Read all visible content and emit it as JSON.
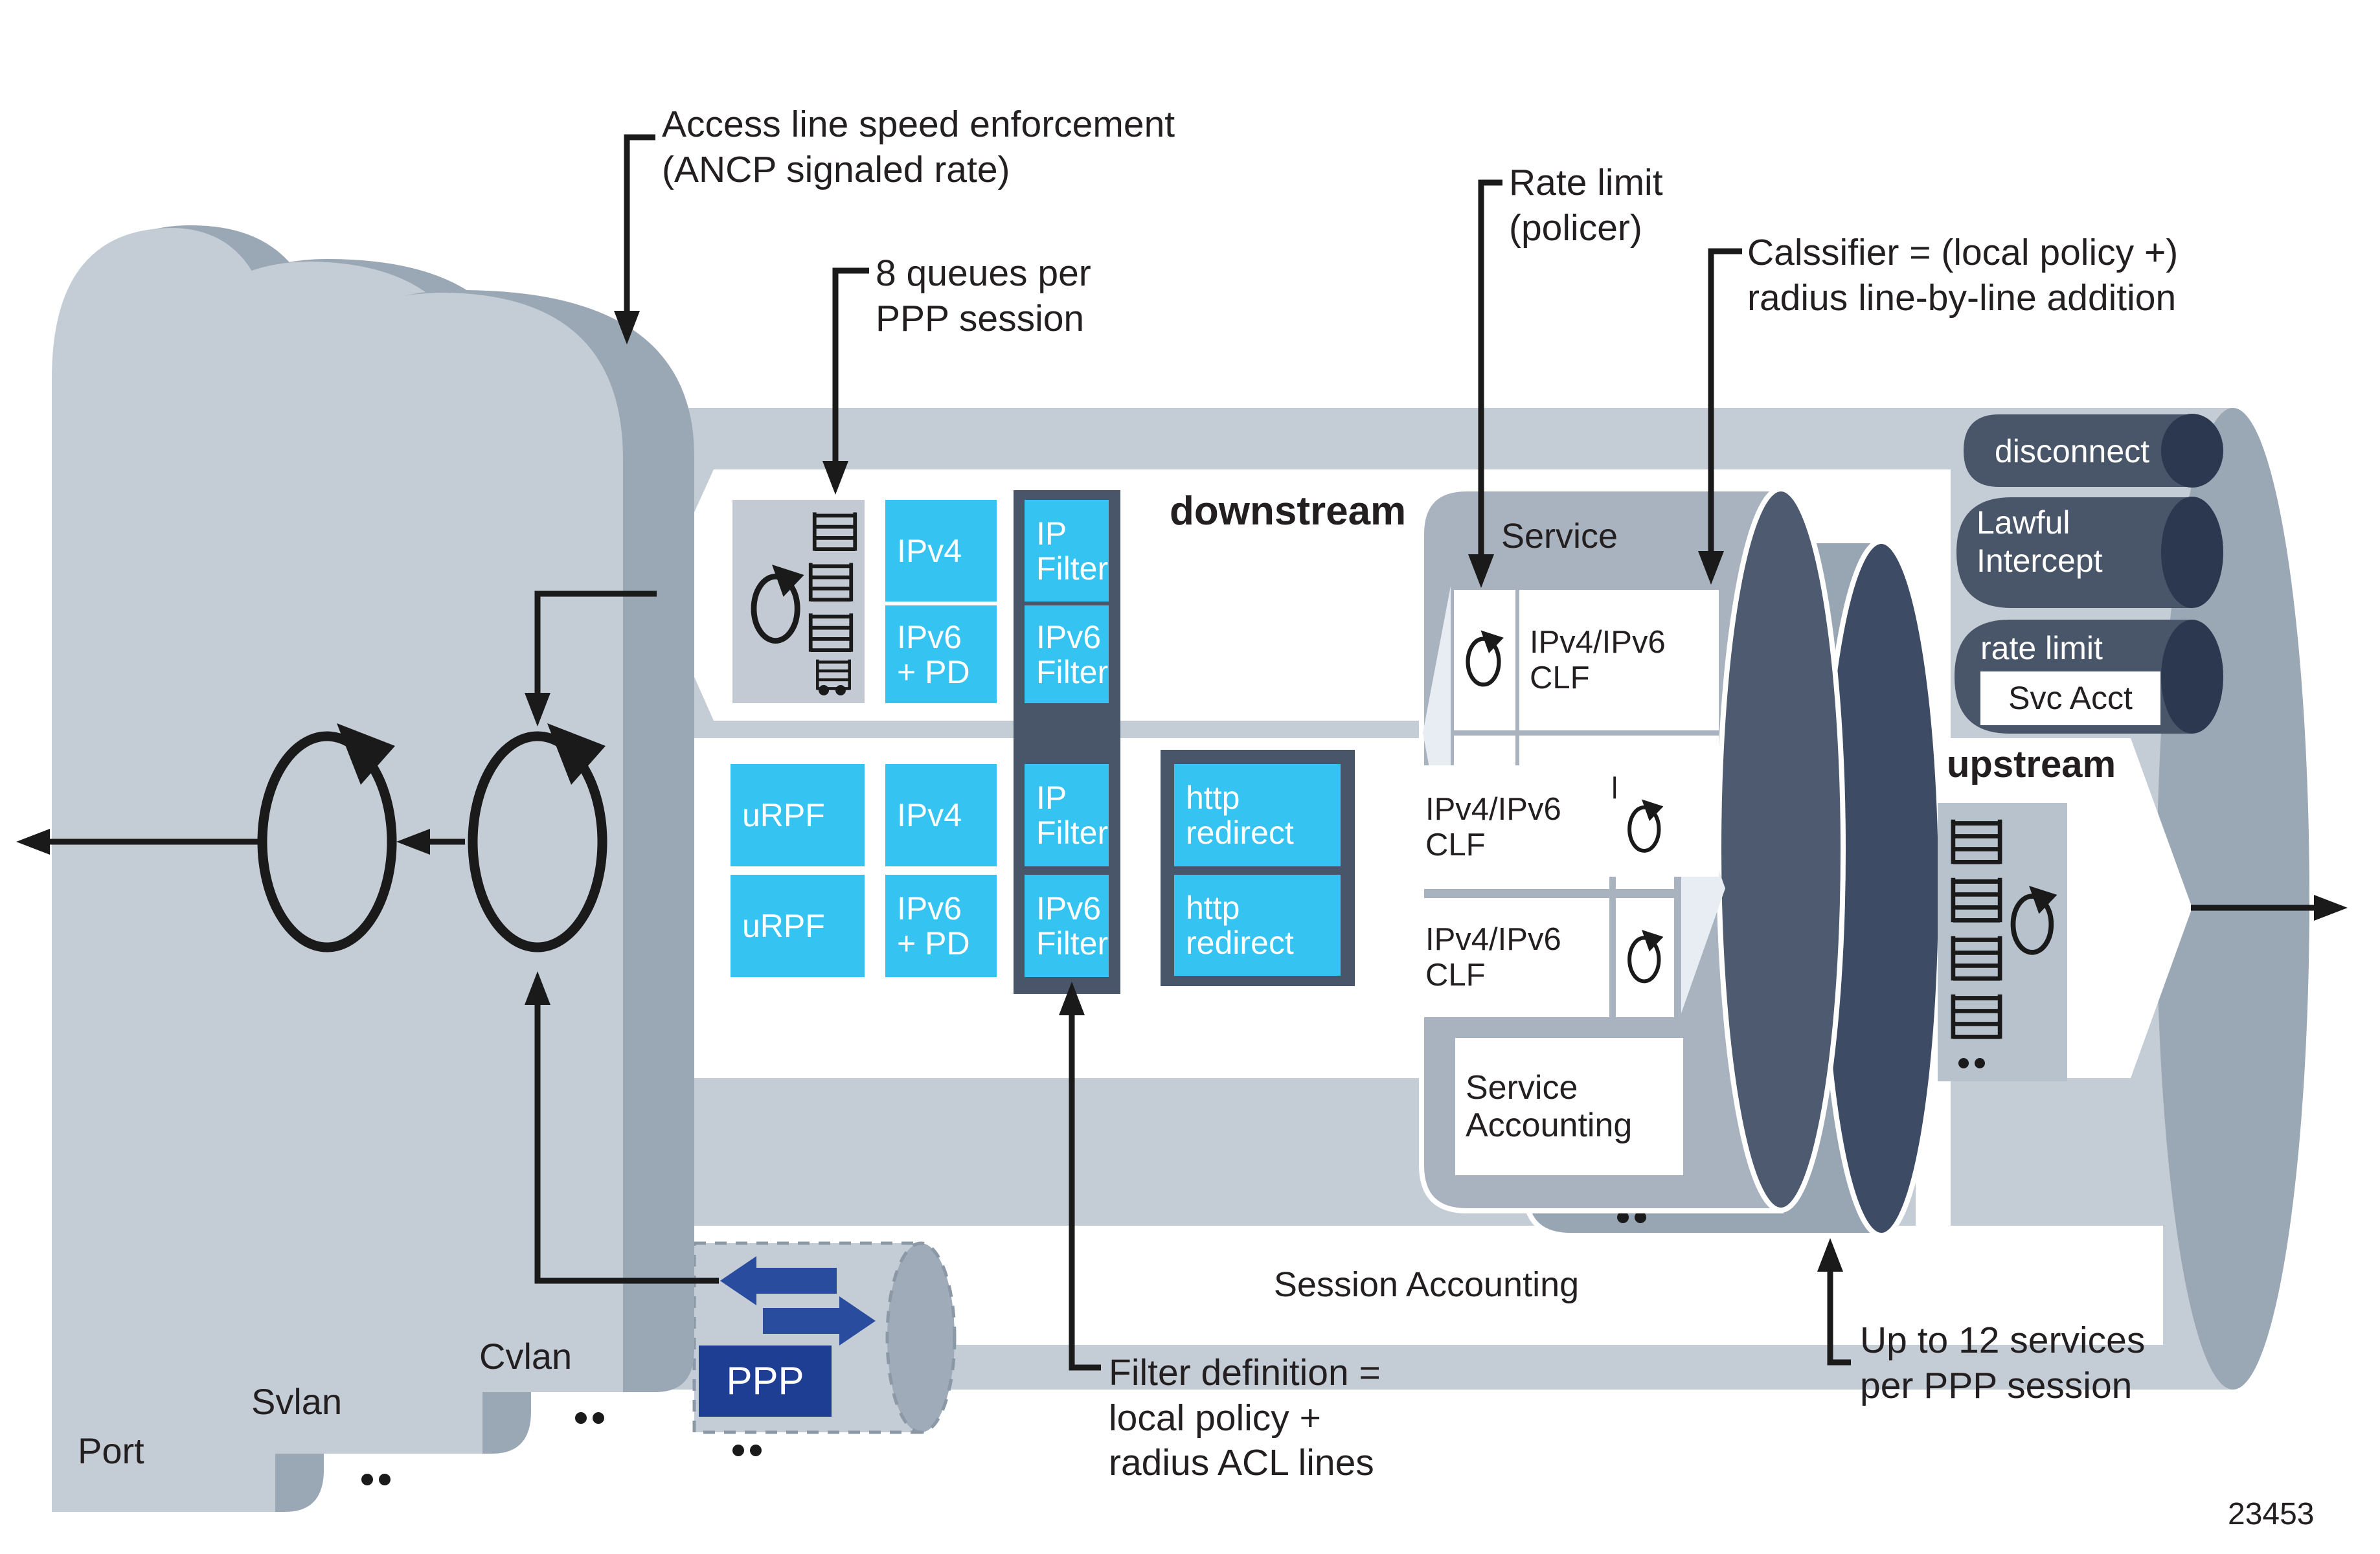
{
  "figure_number": "23453",
  "annotations": {
    "access_line": "Access line speed enforcement\n(ANCP signaled rate)",
    "queues": "8 queues per\nPPP session",
    "rate_limit_policer": "Rate limit\n(policer)",
    "classifier": "Calssifier = (local policy +)\nradius line-by-line addition",
    "filter_definition": "Filter definition =\nlocal policy +\nradius ACL lines",
    "services_per_session": "Up to 12 services\nper PPP session"
  },
  "flow": {
    "downstream": "downstream",
    "upstream": "upstream"
  },
  "hierarchy": {
    "port": "Port",
    "svlan": "Svlan",
    "cvlan": "Cvlan",
    "ppp": "PPP"
  },
  "blocks": {
    "urpf": "uRPF",
    "ipv4": "IPv4",
    "ipv6_pd": "IPv6\n+ PD",
    "ip_filter": "IP\nFilter",
    "ipv6_filter": "IPv6\nFilter",
    "http_redirect": "http\nredirect"
  },
  "service": {
    "title": "Service",
    "clf": "IPv4/IPv6\nCLF",
    "accounting": "Service\nAccounting"
  },
  "session_accounting": "Session Accounting",
  "actions": {
    "disconnect": "disconnect",
    "lawful_intercept": "Lawful\nIntercept",
    "rate_limit": "rate limit",
    "svc_acct": "Svc Acct"
  },
  "icons": {
    "scheduler_loop": "circular-arrow-loop",
    "queue": "queue-ladder",
    "ppp_arrows": "bidirectional-arrows"
  },
  "colors": {
    "cylinder_light": "#c4ccd5",
    "cylinder_edge": "#9aa7b4",
    "service_body": "#a8b3bf",
    "service_cap": "#4d5a6f",
    "action_cylinder": "#495669",
    "action_cap": "#2b3850",
    "block_cyan": "#35c3f2",
    "filter_column": "#495669",
    "ppp_navy": "#1e3e93",
    "arrow_blue": "#2a4c9f",
    "ink": "#231f20"
  }
}
